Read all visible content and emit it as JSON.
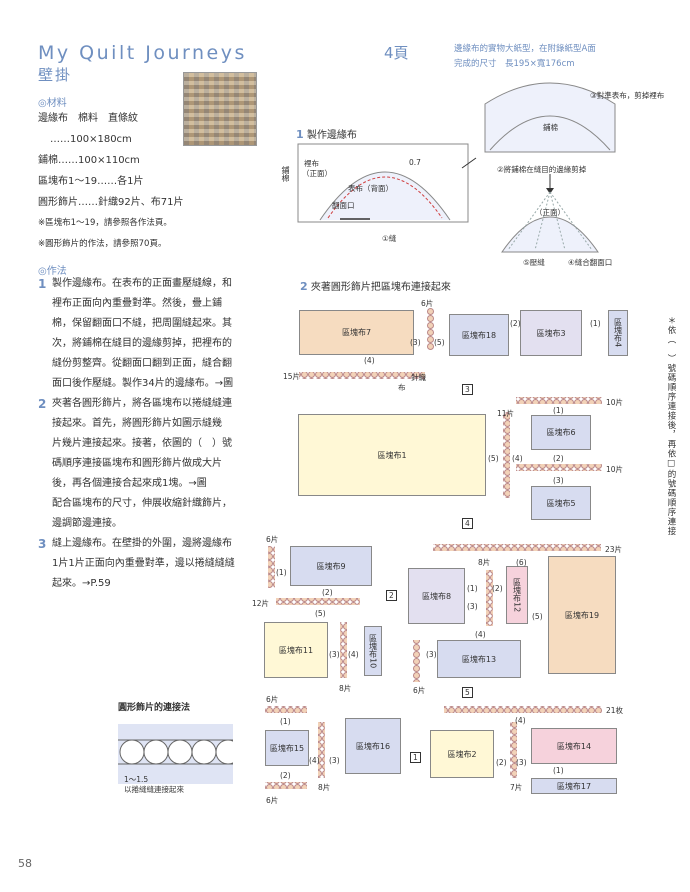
{
  "header": {
    "title": "My Quilt Journeys",
    "subtitle": "壁掛"
  },
  "materials": {
    "heading": "◎材料",
    "lines": [
      "邊緣布　棉料　直條紋",
      "……100×180cm",
      "鋪棉……100×110cm",
      "區塊布1～19……各1片",
      "圓形飾片……針織92片、布71片"
    ],
    "notes": [
      "※區塊布1～19，請參照各作法頁。",
      "※圓形飾片的作法，請參照70頁。"
    ]
  },
  "method": {
    "heading": "◎作法",
    "steps": [
      {
        "num": "1",
        "lines": [
          "製作邊緣布。在表布的正面畫壓縫線，和",
          "裡布正面向內重疊對準。然後，疊上鋪",
          "棉，保留翻面口不縫，把周圍縫起來。其",
          "次，將鋪棉在縫目的邊緣剪掉，把裡布的",
          "縫份剪整齊。從翻面口翻到正面，縫合翻",
          "面口後作壓縫。製作34片的邊緣布。→圖"
        ]
      },
      {
        "num": "2",
        "lines": [
          "夾著各圓形飾片，將各區塊布以捲縫縫連",
          "接起來。首先，將圓形飾片如圖示縫幾",
          "片幾片連接起來。接著，依圖的（　）號",
          "碼順序連接區塊布和圓形飾片做成大片",
          "後，再各個連接合起來成1塊。→圖",
          "配合區塊布的尺寸，伸展收縮針織飾片，",
          "邊調節邊連接。"
        ]
      },
      {
        "num": "3",
        "lines": [
          "縫上邊緣布。在壁掛的外圍，邊將邊緣布",
          "1片1片正面向內重疊對準，邊以捲縫縫縫",
          "起來。→P.59"
        ]
      }
    ]
  },
  "page_ref": {
    "label": "4頁"
  },
  "pattern_note": [
    "邊緣布的實物大紙型，在附錄紙型A面",
    "完成的尺寸　長195×寬176cm"
  ],
  "fig1": {
    "title": "製作邊緣布",
    "num": "1",
    "labels": {
      "lining": "裡布",
      "front": "（正面）",
      "batting": "鋪棉",
      "outer": "表布（背面）",
      "opening": "翻面口",
      "seam_margin": "0.7",
      "sew": "①縫",
      "batt_label": "鋪棉",
      "step3": "③對準表布，剪掉裡布",
      "step2": "②將鋪棉在縫目的邊緣剪掉",
      "front2": "（正面）",
      "quilt": "⑤壓縫",
      "close": "④縫合翻面口"
    }
  },
  "fig2": {
    "title": "夾著圓形飾片把區塊布連接起來",
    "num": "2",
    "blocks": [
      "區塊布7",
      "區塊布18",
      "區塊布3",
      "區塊布4",
      "區塊布1",
      "區塊布6",
      "區塊布5",
      "區塊布9",
      "區塊布8",
      "區塊布12",
      "區塊布19",
      "區塊布11",
      "區塊布10",
      "區塊布13",
      "區塊布15",
      "區塊布16",
      "區塊布2",
      "區塊布14",
      "區塊布17"
    ],
    "counts": {
      "c6a": "6片",
      "c15": "15片",
      "c11": "11片",
      "c10a": "10片",
      "c10b": "10片",
      "c23": "23片",
      "c6b": "6片",
      "c8a": "8片",
      "c12": "12片",
      "c8b": "8片",
      "c6c": "6片",
      "c6d": "6片",
      "c21": "21枚",
      "c6e": "6片",
      "c8c": "8片",
      "c7": "7片"
    },
    "knit": "針織",
    "cloth": "布",
    "circled": [
      "3",
      "4",
      "5",
      "2",
      "1"
    ],
    "orders": [
      "(1)",
      "(2)",
      "(3)",
      "(4)",
      "(5)",
      "(6)"
    ]
  },
  "circle_method": {
    "title": "圓形飾片的連接法",
    "caption": [
      "1～1.5",
      "以捲縫縫連接起來"
    ]
  },
  "side_note": "＊依（　）號碼順序連接後，再依□的號碼順序連接",
  "page_number": "58",
  "colors": {
    "accent": "#6f8fc0",
    "blockA": "#f6dcc0",
    "blockB": "#d7dcf0",
    "blockC": "#fff8d6",
    "blockD": "#f6d2dc",
    "blockE": "#e3e0f0",
    "beads_knit": "#f2d2b8",
    "beads_cloth": "#c9d2ec"
  }
}
